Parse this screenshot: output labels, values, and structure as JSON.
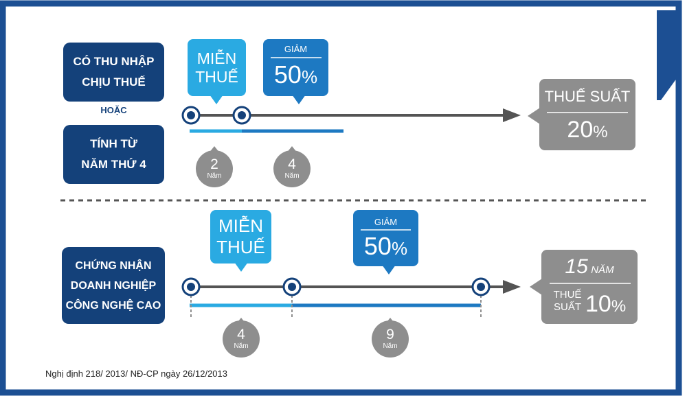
{
  "colors": {
    "navy": "#14417a",
    "frame_blue": "#1c4f93",
    "light_blue": "#2aaae2",
    "mid_blue": "#1d79c2",
    "gray": "#8e8e8e",
    "dark_gray": "#545454"
  },
  "row1": {
    "condition_a": [
      "CÓ THU NHẬP",
      "CHỊU THUẾ"
    ],
    "or_label": "HOẶC",
    "condition_b": [
      "TÍNH TỪ",
      "NĂM THỨ 4"
    ],
    "exempt": [
      "MIỄN",
      "THUẾ"
    ],
    "reduce_label": "GIẢM",
    "reduce_value": "50",
    "reduce_unit": "%",
    "period1": {
      "num": "2",
      "unit": "Năm"
    },
    "period2": {
      "num": "4",
      "unit": "Năm"
    },
    "rate_label": "THUẾ SUẤT",
    "rate_value": "20",
    "rate_unit": "%"
  },
  "row2": {
    "condition": [
      "CHỨNG NHẬN",
      "DOANH NGHIỆP",
      "CÔNG NGHỆ CAO"
    ],
    "exempt": [
      "MIỄN",
      "THUẾ"
    ],
    "reduce_label": "GIẢM",
    "reduce_value": "50",
    "reduce_unit": "%",
    "period1": {
      "num": "4",
      "unit": "Năm"
    },
    "period2": {
      "num": "9",
      "unit": "Năm"
    },
    "duration_num": "15",
    "duration_unit": "NĂM",
    "rate_label": [
      "THUẾ",
      "SUẤT"
    ],
    "rate_value": "10",
    "rate_unit": "%"
  },
  "footnote": "Nghị định 218/ 2013/ NĐ-CP ngày 26/12/2013"
}
